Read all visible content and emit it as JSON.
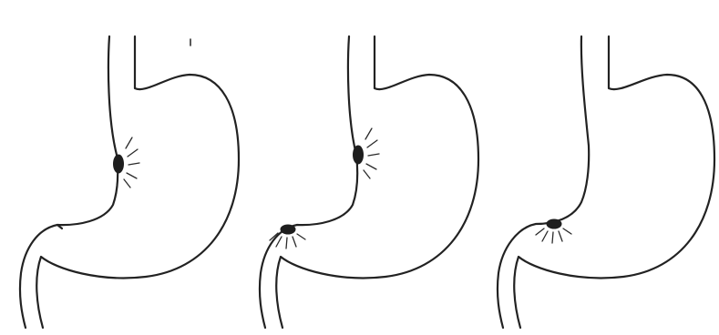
{
  "figure": {
    "panels": [
      {
        "id": "panel-1",
        "lesions": [
          "lesser-curvature"
        ]
      },
      {
        "id": "panel-2",
        "lesions": [
          "lesser-curvature",
          "duodenum"
        ]
      },
      {
        "id": "panel-3",
        "lesions": [
          "duodenum"
        ]
      }
    ],
    "colors": {
      "outline": "#222222",
      "lesion": "#1e1e1e",
      "background": "#ffffff"
    }
  }
}
